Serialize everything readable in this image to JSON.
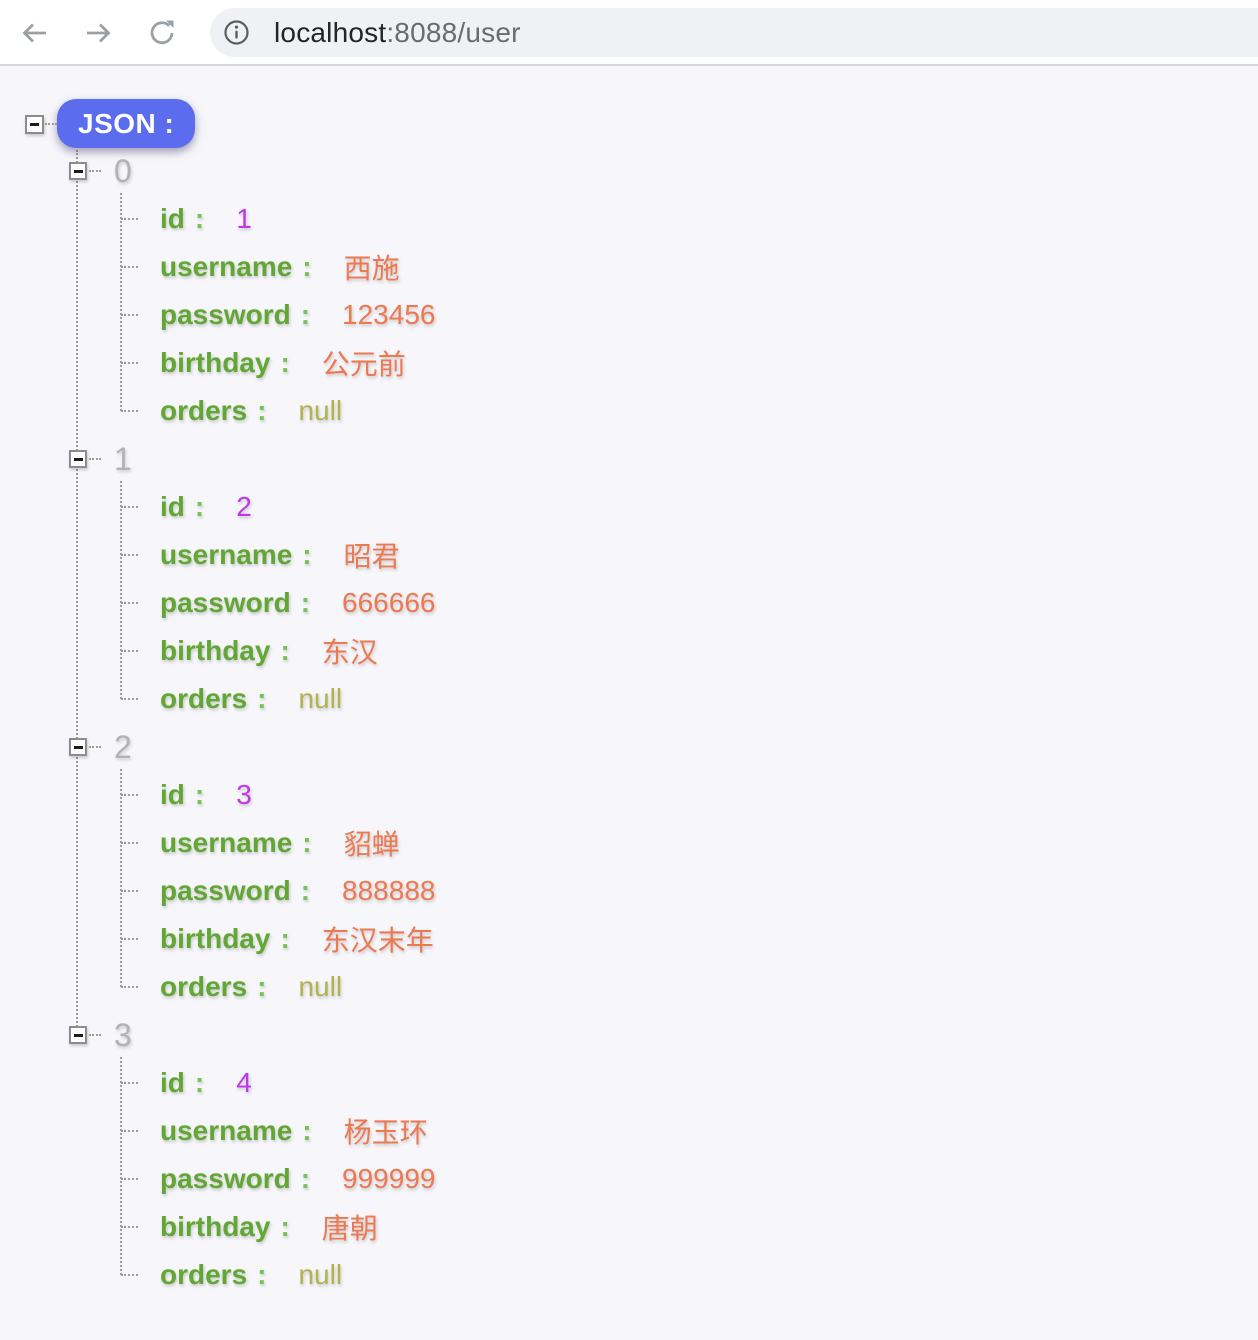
{
  "browser": {
    "url_host": "localhost",
    "url_path": ":8088/user",
    "icons": {
      "back": "back-arrow-icon",
      "forward": "forward-arrow-icon",
      "reload": "reload-icon",
      "info": "site-info-icon"
    },
    "colors": {
      "toolbar_bg": "#ffffff",
      "address_bar_bg": "#f0f1f4",
      "icon_gray": "#9ba0a5"
    }
  },
  "viewer": {
    "root_label": "JSON :",
    "colon": ":",
    "items": [
      {
        "index": "0",
        "fields": [
          {
            "key": "id",
            "value": "1",
            "type": "number"
          },
          {
            "key": "username",
            "value": "西施",
            "type": "string"
          },
          {
            "key": "password",
            "value": "123456",
            "type": "string"
          },
          {
            "key": "birthday",
            "value": "公元前",
            "type": "string"
          },
          {
            "key": "orders",
            "value": "null",
            "type": "null"
          }
        ]
      },
      {
        "index": "1",
        "fields": [
          {
            "key": "id",
            "value": "2",
            "type": "number"
          },
          {
            "key": "username",
            "value": "昭君",
            "type": "string"
          },
          {
            "key": "password",
            "value": "666666",
            "type": "string"
          },
          {
            "key": "birthday",
            "value": "东汉",
            "type": "string"
          },
          {
            "key": "orders",
            "value": "null",
            "type": "null"
          }
        ]
      },
      {
        "index": "2",
        "fields": [
          {
            "key": "id",
            "value": "3",
            "type": "number"
          },
          {
            "key": "username",
            "value": "貂蝉",
            "type": "string"
          },
          {
            "key": "password",
            "value": "888888",
            "type": "string"
          },
          {
            "key": "birthday",
            "value": "东汉末年",
            "type": "string"
          },
          {
            "key": "orders",
            "value": "null",
            "type": "null"
          }
        ]
      },
      {
        "index": "3",
        "fields": [
          {
            "key": "id",
            "value": "4",
            "type": "number"
          },
          {
            "key": "username",
            "value": "杨玉环",
            "type": "string"
          },
          {
            "key": "password",
            "value": "999999",
            "type": "string"
          },
          {
            "key": "birthday",
            "value": "唐朝",
            "type": "string"
          },
          {
            "key": "orders",
            "value": "null",
            "type": "null"
          }
        ]
      }
    ],
    "colors": {
      "badge": "#5b6cee",
      "key": "#62a733",
      "colon": "#71c558",
      "number": "#c235ea",
      "string": "#ed7950",
      "null_value": "#b2b34a",
      "index": "#b2b3b6",
      "tree_line": "#9b9b9b",
      "page_bg": "#f7f7fb"
    }
  }
}
